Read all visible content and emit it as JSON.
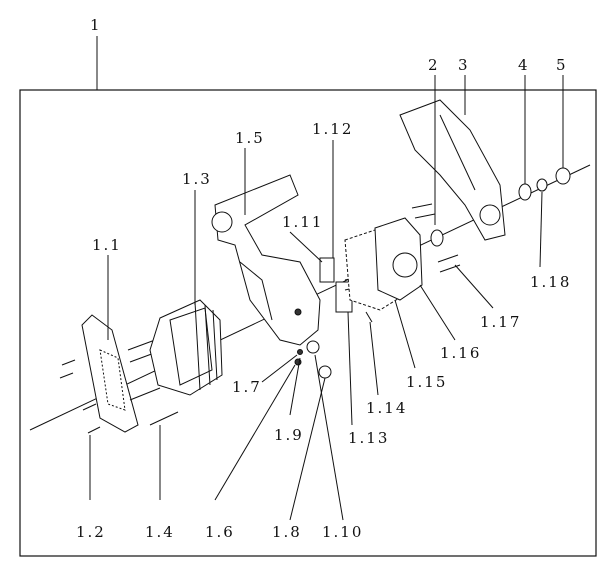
{
  "labels": {
    "l_1": "1",
    "l_2": "2",
    "l_3": "3",
    "l_4": "4",
    "l_5": "5",
    "l_1_1": "1.1",
    "l_1_2": "1.2",
    "l_1_3": "1.3",
    "l_1_4": "1.4",
    "l_1_5": "1.5",
    "l_1_6": "1.6",
    "l_1_7": "1.7",
    "l_1_8": "1.8",
    "l_1_9": "1.9",
    "l_1_10": "1.10",
    "l_1_11": "1.11",
    "l_1_12": "1.12",
    "l_1_13": "1.13",
    "l_1_14": "1.14",
    "l_1_15": "1.15",
    "l_1_16": "1.16",
    "l_1_17": "1.17",
    "l_1_18": "1.18"
  },
  "colors": {
    "ink": "#111111",
    "background": "#ffffff"
  }
}
